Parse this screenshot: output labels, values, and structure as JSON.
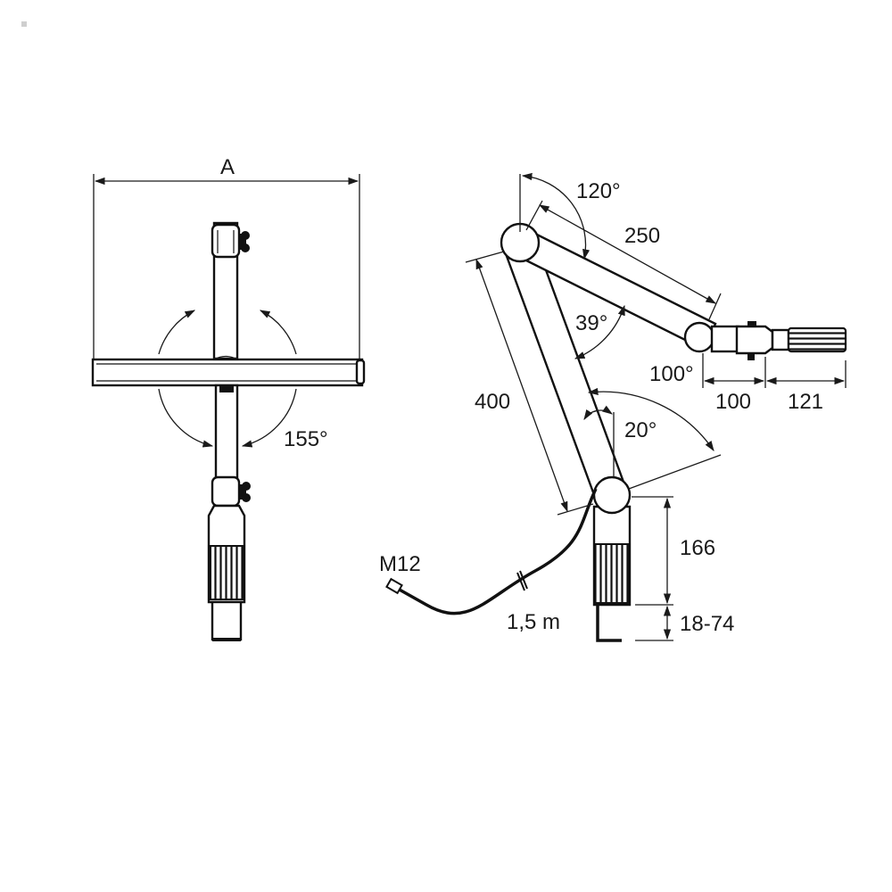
{
  "front_view": {
    "width_label": "A",
    "rotation_label": "155°"
  },
  "side_view": {
    "angle_upper_joint": "120°",
    "upper_arm_length": "250",
    "angle_elbow": "39°",
    "angle_head": "100°",
    "lower_arm_length": "400",
    "angle_base": "20°",
    "head_length": "100",
    "handle_length": "121",
    "column_height": "166",
    "clamp_range": "18-74",
    "connector_label": "M12",
    "cable_length": "1,5 m"
  }
}
